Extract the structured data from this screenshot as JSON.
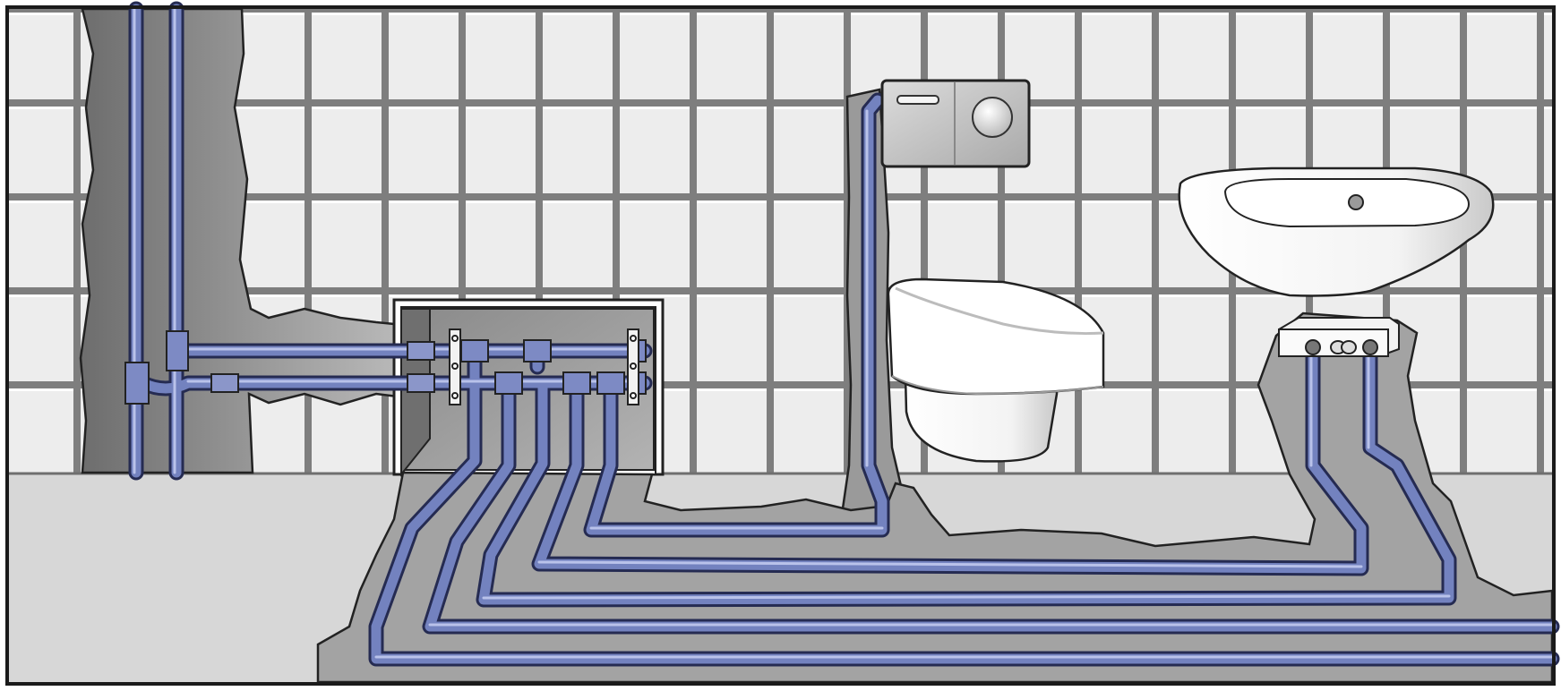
{
  "illustration": {
    "subject": "",
    "colors": {
      "frame": "#1a1a1a",
      "tile_face": "#ececec",
      "grout": "#7e7e7e",
      "floor": "#d9d9d9",
      "chase": "#a6a6a6",
      "chase_dark": "#7d7d7d",
      "pipe": "#6f7fbb",
      "pipe_outline": "#2a3158",
      "fixture_white": "#fafafa",
      "fixture_shade": "#cfcfcf",
      "plate_grey": "#c7c7c7"
    },
    "fixtures": [
      "wall-hung-toilet",
      "flush-plate",
      "washbasin",
      "basin-connection-bracket",
      "distribution-manifold"
    ]
  }
}
